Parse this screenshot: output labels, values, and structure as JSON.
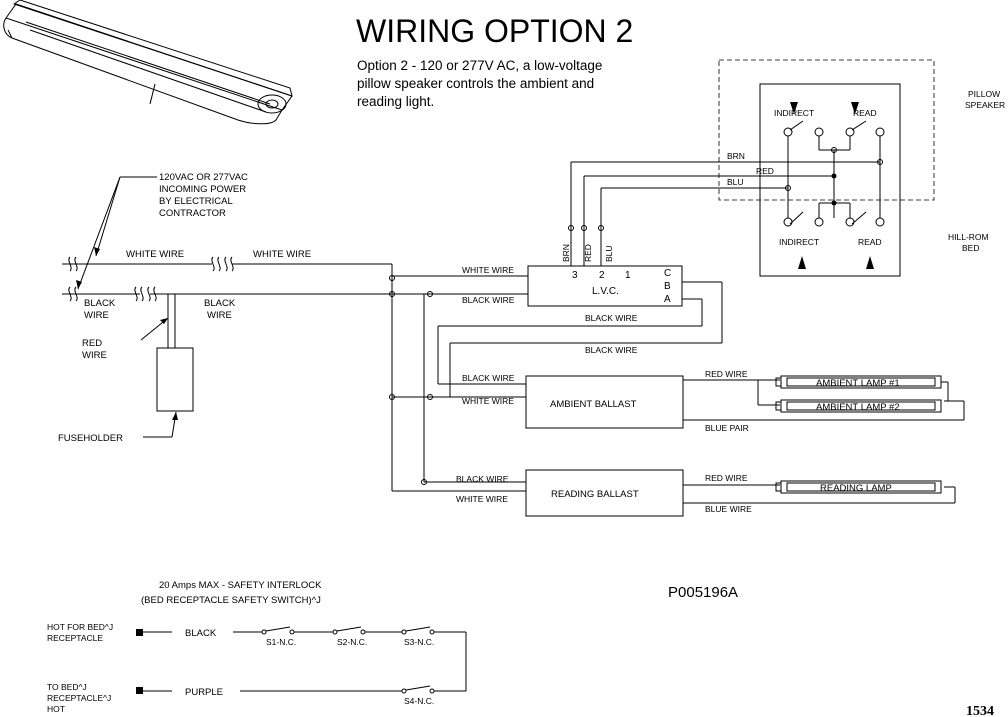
{
  "title": "WIRING OPTION 2",
  "description": [
    "Option 2 - 120 or 277V AC, a low-voltage",
    "pillow speaker controls the ambient and",
    "reading light."
  ],
  "incoming_power": [
    "120VAC OR 277VAC",
    "INCOMING POWER",
    "BY ELECTRICAL",
    "CONTRACTOR"
  ],
  "wires": {
    "white_wire": "WHITE WIRE",
    "black_wire": "BLACK WIRE",
    "black": "BLACK",
    "wire": "WIRE",
    "red": "RED",
    "red_wire": "RED WIRE",
    "blue_pair": "BLUE PAIR",
    "blue_wire": "BLUE WIRE",
    "brn": "BRN",
    "red_short": "RED",
    "blu": "BLU"
  },
  "fuseholder": "FUSEHOLDER",
  "lvc": {
    "label": "L.V.C.",
    "terminals_top": [
      "3",
      "2",
      "1"
    ],
    "terminals_side": [
      "C",
      "B",
      "A"
    ]
  },
  "ballasts": {
    "ambient": "AMBIENT BALLAST",
    "reading": "READING BALLAST"
  },
  "lamps": {
    "ambient1": "AMBIENT LAMP #1",
    "ambient2": "AMBIENT LAMP #2",
    "reading": "READING LAMP"
  },
  "pillow_speaker": {
    "label": [
      "PILLOW",
      "SPEAKER"
    ],
    "indirect": "INDIRECT",
    "read": "READ"
  },
  "bed": {
    "label": [
      "HILL-ROM",
      "BED"
    ],
    "indirect": "INDIRECT",
    "read": "READ"
  },
  "part_number": "P005196A",
  "interlock": {
    "line1": "20 Amps MAX - SAFETY INTERLOCK",
    "line2": "(BED RECEPTACLE SAFETY SWITCH)^J",
    "hot_label": [
      "HOT FOR BED^J",
      "RECEPTACLE"
    ],
    "to_bed_label": [
      "TO BED^J",
      "RECEPTACLE^J",
      "HOT"
    ],
    "black": "BLACK",
    "purple": "PURPLE",
    "switches": [
      "S1-N.C.",
      "S2-N.C.",
      "S3-N.C.",
      "S4-N.C."
    ]
  },
  "page_number": "1534"
}
